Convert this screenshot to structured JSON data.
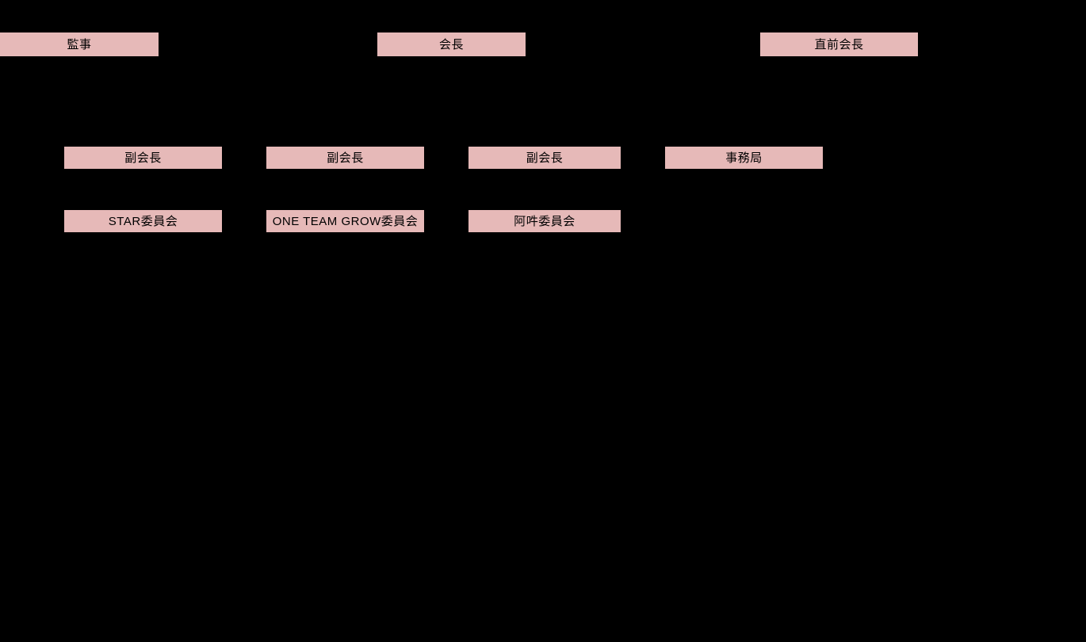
{
  "org_chart": {
    "background_color": "#000000",
    "node_fill_color": "#e6b9b8",
    "node_text_color": "#000000",
    "nodes": {
      "auditor": {
        "label": "監事"
      },
      "president": {
        "label": "会長"
      },
      "immediate_past_president": {
        "label": "直前会長"
      },
      "vice_president_1": {
        "label": "副会長"
      },
      "vice_president_2": {
        "label": "副会長"
      },
      "vice_president_3": {
        "label": "副会長"
      },
      "secretariat": {
        "label": "事務局"
      },
      "star_committee": {
        "label": "STAR委員会"
      },
      "one_team_grow_committee": {
        "label": "ONE TEAM GROW委員会"
      },
      "aun_committee": {
        "label": "阿吽委員会"
      }
    }
  }
}
